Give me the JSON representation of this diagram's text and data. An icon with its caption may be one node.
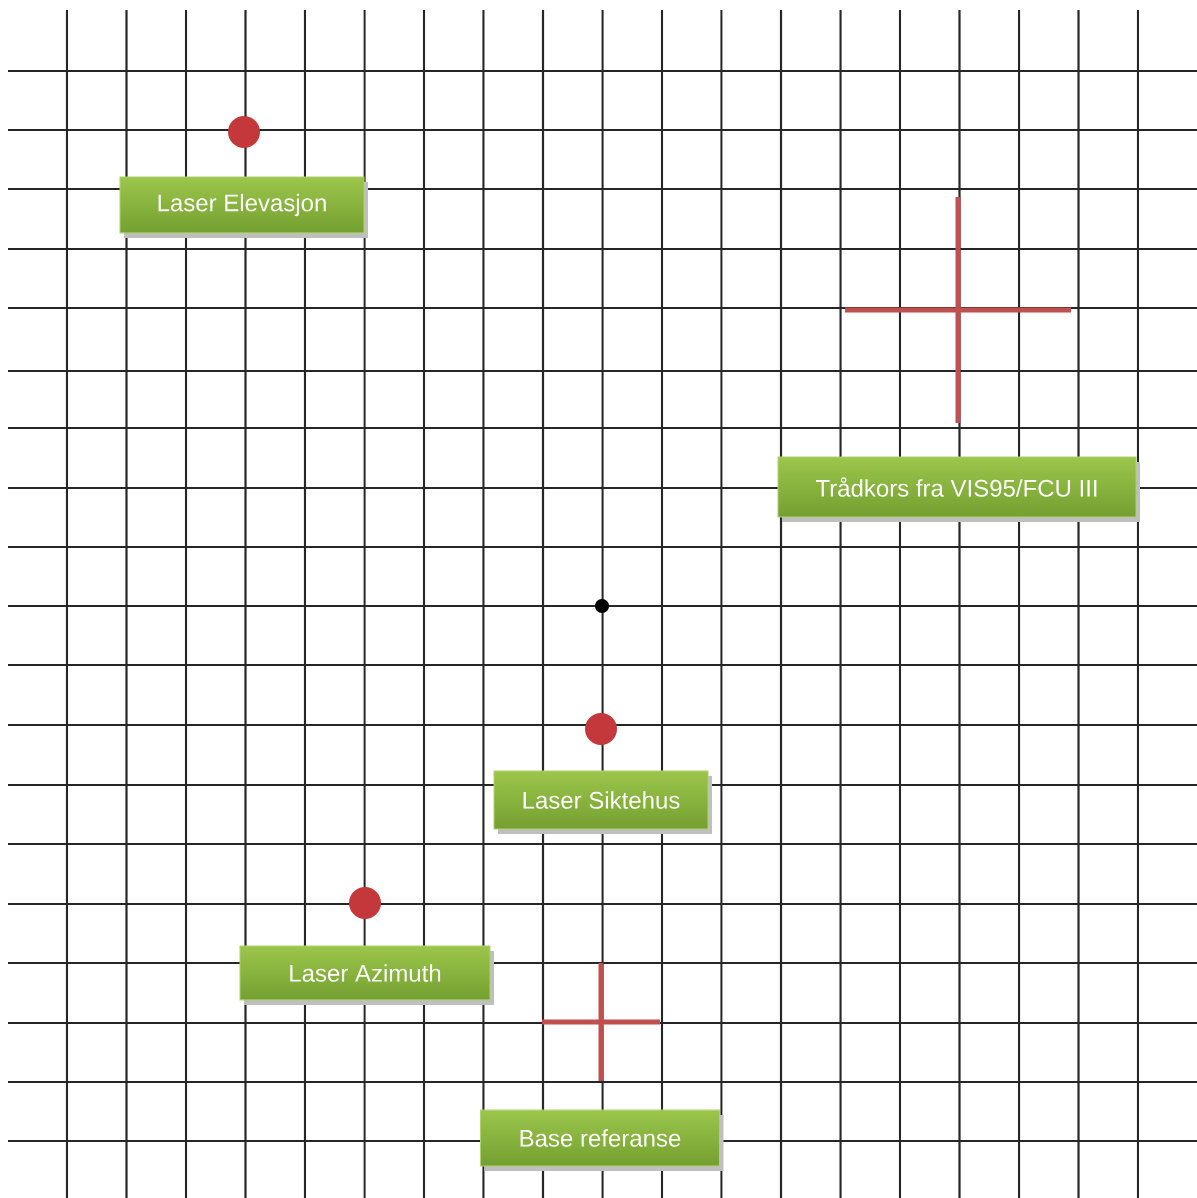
{
  "diagram": {
    "nodes": [
      {
        "text": [
          "Laser Elevasjon"
        ]
      },
      {
        "text": [
          "Trådkors fra VIS95/FCU III"
        ]
      },
      {
        "text": [
          "Laser Siktehus"
        ]
      },
      {
        "text": [
          "Laser Azimuth"
        ]
      },
      {
        "text": [
          "Base referanse"
        ]
      }
    ]
  }
}
